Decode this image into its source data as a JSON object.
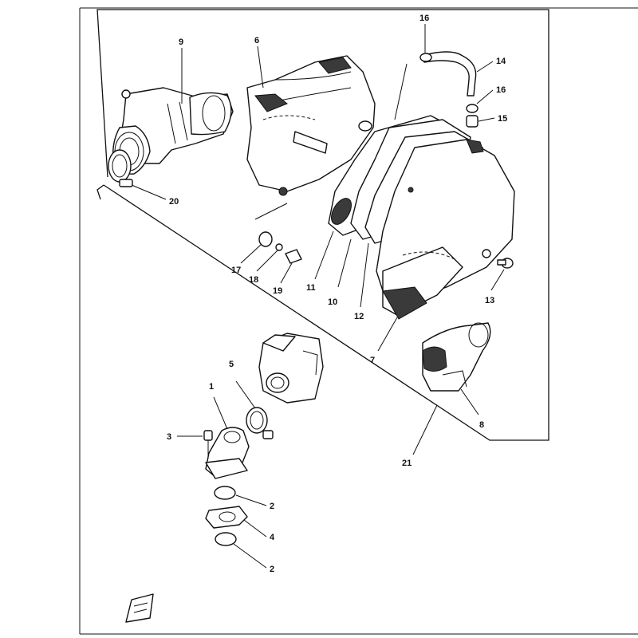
{
  "diagram": {
    "callouts": [
      {
        "id": "c16a",
        "label": "16"
      },
      {
        "id": "c14",
        "label": "14"
      },
      {
        "id": "c16b",
        "label": "16"
      },
      {
        "id": "c15",
        "label": "15"
      },
      {
        "id": "c9",
        "label": "9"
      },
      {
        "id": "c6",
        "label": "6"
      },
      {
        "id": "c20",
        "label": "20"
      },
      {
        "id": "c17",
        "label": "17"
      },
      {
        "id": "c18",
        "label": "18"
      },
      {
        "id": "c19",
        "label": "19"
      },
      {
        "id": "c11",
        "label": "11"
      },
      {
        "id": "c10",
        "label": "10"
      },
      {
        "id": "c12",
        "label": "12"
      },
      {
        "id": "c13",
        "label": "13"
      },
      {
        "id": "c7",
        "label": "7"
      },
      {
        "id": "c8",
        "label": "8"
      },
      {
        "id": "c21",
        "label": "21"
      },
      {
        "id": "c5",
        "label": "5"
      },
      {
        "id": "c1",
        "label": "1"
      },
      {
        "id": "c3",
        "label": "3"
      },
      {
        "id": "c2a",
        "label": "2"
      },
      {
        "id": "c4",
        "label": "4"
      },
      {
        "id": "c2b",
        "label": "2"
      }
    ]
  }
}
